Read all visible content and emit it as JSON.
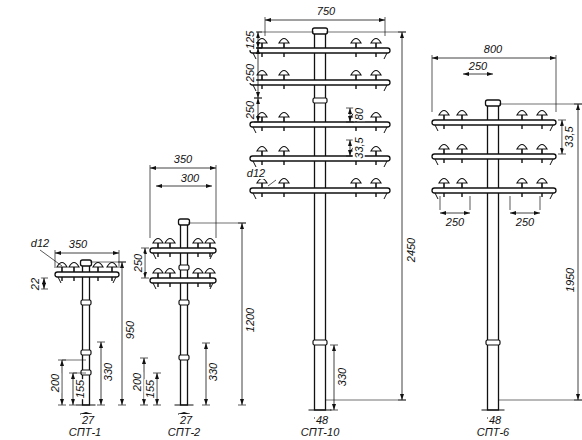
{
  "diagram": {
    "labels": [
      "d12",
      "350",
      "22",
      "950",
      "200",
      "155",
      "330",
      "27",
      "СПТ-1",
      "350",
      "300",
      "250",
      "1200",
      "200",
      "155",
      "330",
      "27",
      "СПТ-2",
      "750",
      "125",
      "250",
      "250",
      "80",
      "33,5",
      "d12",
      "2450",
      "330",
      "48",
      "СПТ-10",
      "800",
      "250",
      "33,5",
      "250",
      "250",
      "1950",
      "48",
      "СПТ-6"
    ]
  }
}
